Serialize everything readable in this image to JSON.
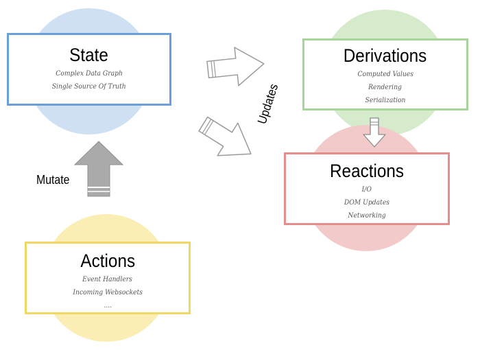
{
  "state": {
    "title": "State",
    "lines": [
      "Complex Data Graph",
      "Single Source Of Truth"
    ]
  },
  "derivations": {
    "title": "Derivations",
    "lines": [
      "Computed Values",
      "Rendering",
      "Serialization"
    ]
  },
  "reactions": {
    "title": "Reactions",
    "lines": [
      "I/O",
      "DOM Updates",
      "Networking"
    ]
  },
  "actions": {
    "title": "Actions",
    "lines": [
      "Event Handlers",
      "Incoming Websockets",
      "...."
    ]
  },
  "labels": {
    "mutate": "Mutate",
    "updates": "Updates"
  },
  "colors": {
    "state_circle": "#cfe0f3",
    "state_border": "#6aa0d8",
    "derivations_circle": "#d6ebcb",
    "derivations_border": "#a8d69a",
    "reactions_circle": "#f3caca",
    "reactions_border": "#e58c8c",
    "actions_circle": "#fbeeb4",
    "actions_border": "#f0d862",
    "mutate_arrow": "#aaaaaa"
  }
}
